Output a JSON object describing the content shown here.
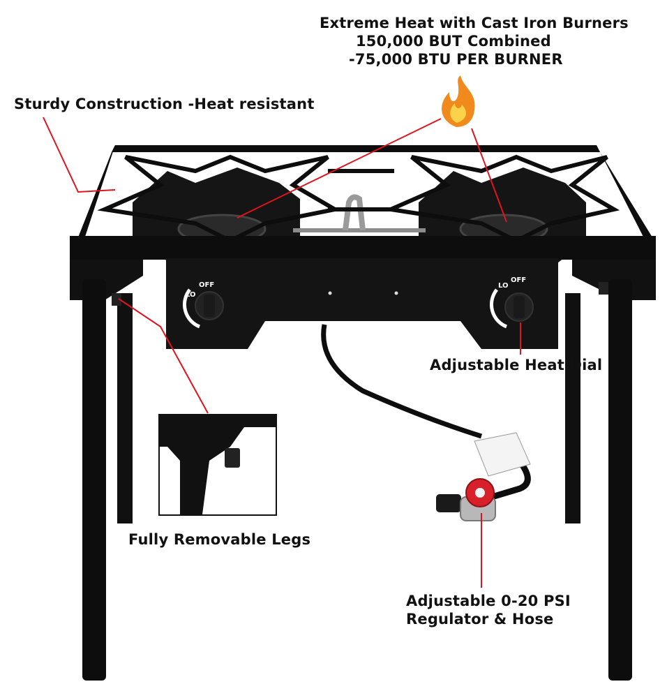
{
  "callouts": {
    "heat": {
      "line1": "Extreme Heat with Cast Iron Burners",
      "line2": "150,000 BUT Combined",
      "line3": "-75,000 BTU PER BURNER"
    },
    "sturdy": "Sturdy Construction -Heat resistant",
    "dial": "Adjustable Heat Dial",
    "legs": "Fully Removable Legs",
    "regulator": {
      "line1": "Adjustable 0-20 PSI",
      "line2": "Regulator & Hose"
    }
  },
  "knob_labels": {
    "left_lo": "LO",
    "left_off": "OFF",
    "right_lo": "LO",
    "right_off": "OFF"
  },
  "colors": {
    "stove": "#0d0d0d",
    "callout_line": "#e0141e",
    "flame_outer": "#f08a1c",
    "flame_inner": "#fcd24a",
    "regulator_red": "#d8202a"
  }
}
